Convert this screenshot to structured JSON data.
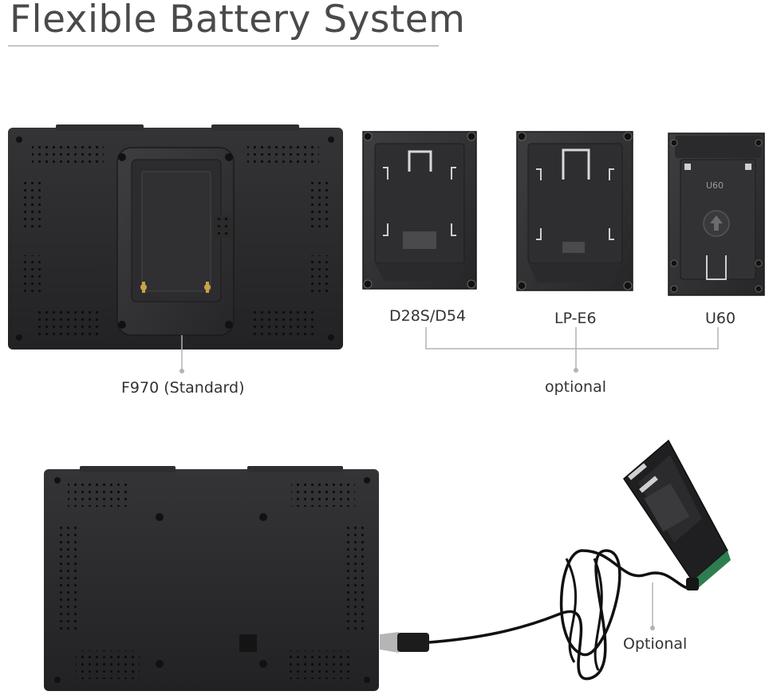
{
  "page": {
    "title": "Flexible Battery System"
  },
  "labels": {
    "standard_plate": "F970 (Standard)",
    "plate_d28s": "D28S/D54",
    "plate_lpe6": "LP-E6",
    "plate_u60": "U60",
    "optional_plates": "optional",
    "optional_adapter": "Optional"
  },
  "plate_markings": {
    "u60_text": "U60"
  },
  "colors": {
    "monitor_body": "#2a2a2c",
    "plate_body": "#353537",
    "leader_line": "#b3b3b3",
    "text": "#333333"
  }
}
